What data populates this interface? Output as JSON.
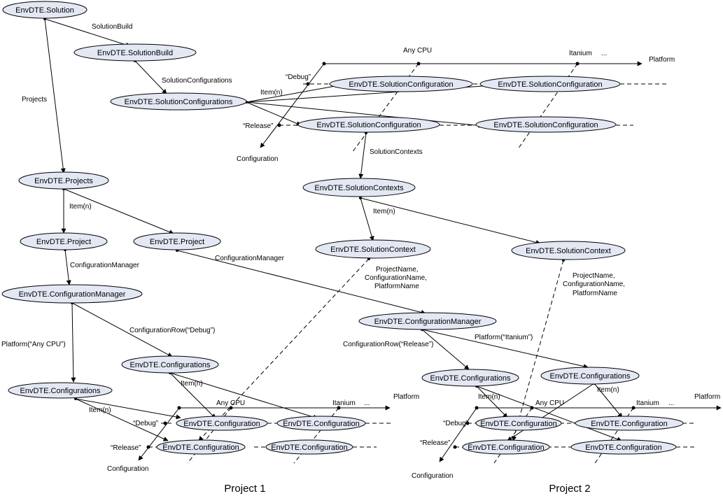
{
  "nodes": {
    "solution": "EnvDTE.Solution",
    "solution_build": "EnvDTE.SolutionBuild",
    "solution_configurations": "EnvDTE.SolutionConfigurations",
    "solution_configuration": "EnvDTE.SolutionConfiguration",
    "solution_contexts": "EnvDTE.SolutionContexts",
    "solution_context": "EnvDTE.SolutionContext",
    "projects": "EnvDTE.Projects",
    "project": "EnvDTE.Project",
    "configuration_manager": "EnvDTE.ConfigurationManager",
    "configurations": "EnvDTE.Configurations",
    "configuration": "EnvDTE.Configuration"
  },
  "edges": {
    "solution_build": "SolutionBuild",
    "solution_configurations": "SolutionConfigurations",
    "projects": "Projects",
    "item_n": "Item(n)",
    "solution_contexts": "SolutionContexts",
    "configuration_manager": "ConfigurationManager",
    "context_props_line1": "ProjectName,",
    "context_props_line2": "ConfigurationName,",
    "context_props_line3": "PlatformName",
    "platform_any_cpu": "Platform(“Any CPU”)",
    "configuration_row_debug": "ConfigurationRow(“Debug”)",
    "configuration_row_release": "ConfigurationRow(“Release”)",
    "platform_itanium": "Platform(“Itanium”)"
  },
  "axes": {
    "platform": "Platform",
    "configuration": "Configuration",
    "any_cpu": "Any CPU",
    "itanium": "Itanium",
    "ellipsis": "...",
    "debug": "“Debug”",
    "release": "“Release”"
  },
  "captions": {
    "project1": "Project 1",
    "project2": "Project 2"
  }
}
